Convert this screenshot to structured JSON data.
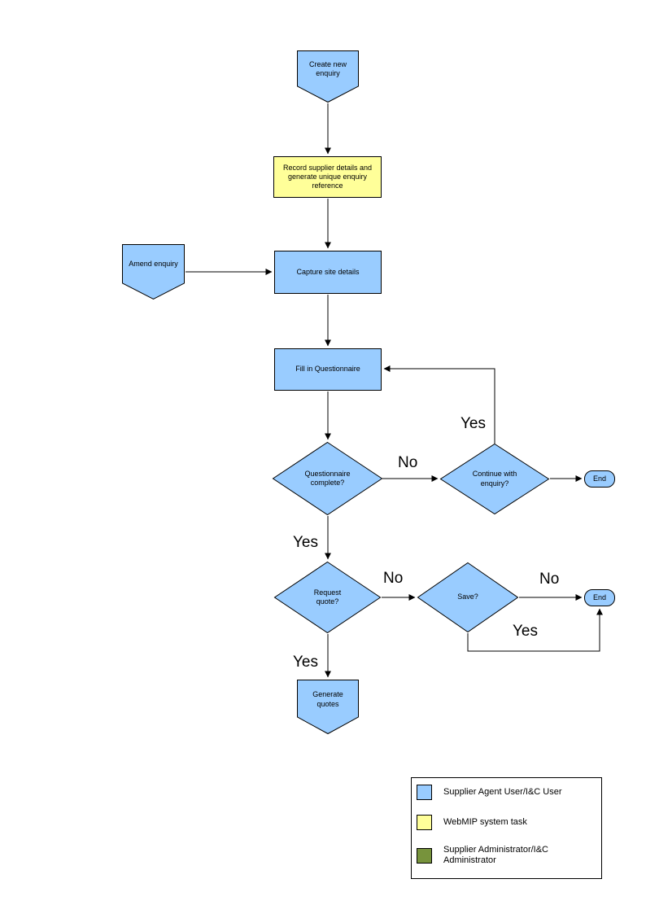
{
  "colors": {
    "process_blue": "#99CCFF",
    "system_yellow": "#FFFF99",
    "admin_green": "#77933C",
    "outline": "#000000"
  },
  "nodes": {
    "create_new_enquiry": "Create new enquiry",
    "record_supplier_details": "Record supplier details and generate unique enquiry reference",
    "amend_enquiry": "Amend enquiry",
    "capture_site_details": "Capture site details",
    "fill_in_questionnaire": "Fill in Questionnaire",
    "questionnaire_complete": "Questionnaire complete?",
    "continue_with_enquiry": "Continue with enquiry?",
    "end_top": "End",
    "request_quote": "Request quote?",
    "save": "Save?",
    "end_bottom": "End",
    "generate_quotes": "Generate quotes"
  },
  "edge_labels": {
    "continue_yes": "Yes",
    "questionnaire_no": "No",
    "questionnaire_yes": "Yes",
    "request_no": "No",
    "save_no": "No",
    "save_yes": "Yes",
    "request_yes": "Yes"
  },
  "legend": {
    "items": [
      {
        "label": "Supplier Agent User/I&C User",
        "color": "#99CCFF"
      },
      {
        "label": "WebMIP system task",
        "color": "#FFFF99"
      },
      {
        "label": "Supplier Administrator/I&C Administrator",
        "color": "#77933C"
      }
    ]
  }
}
